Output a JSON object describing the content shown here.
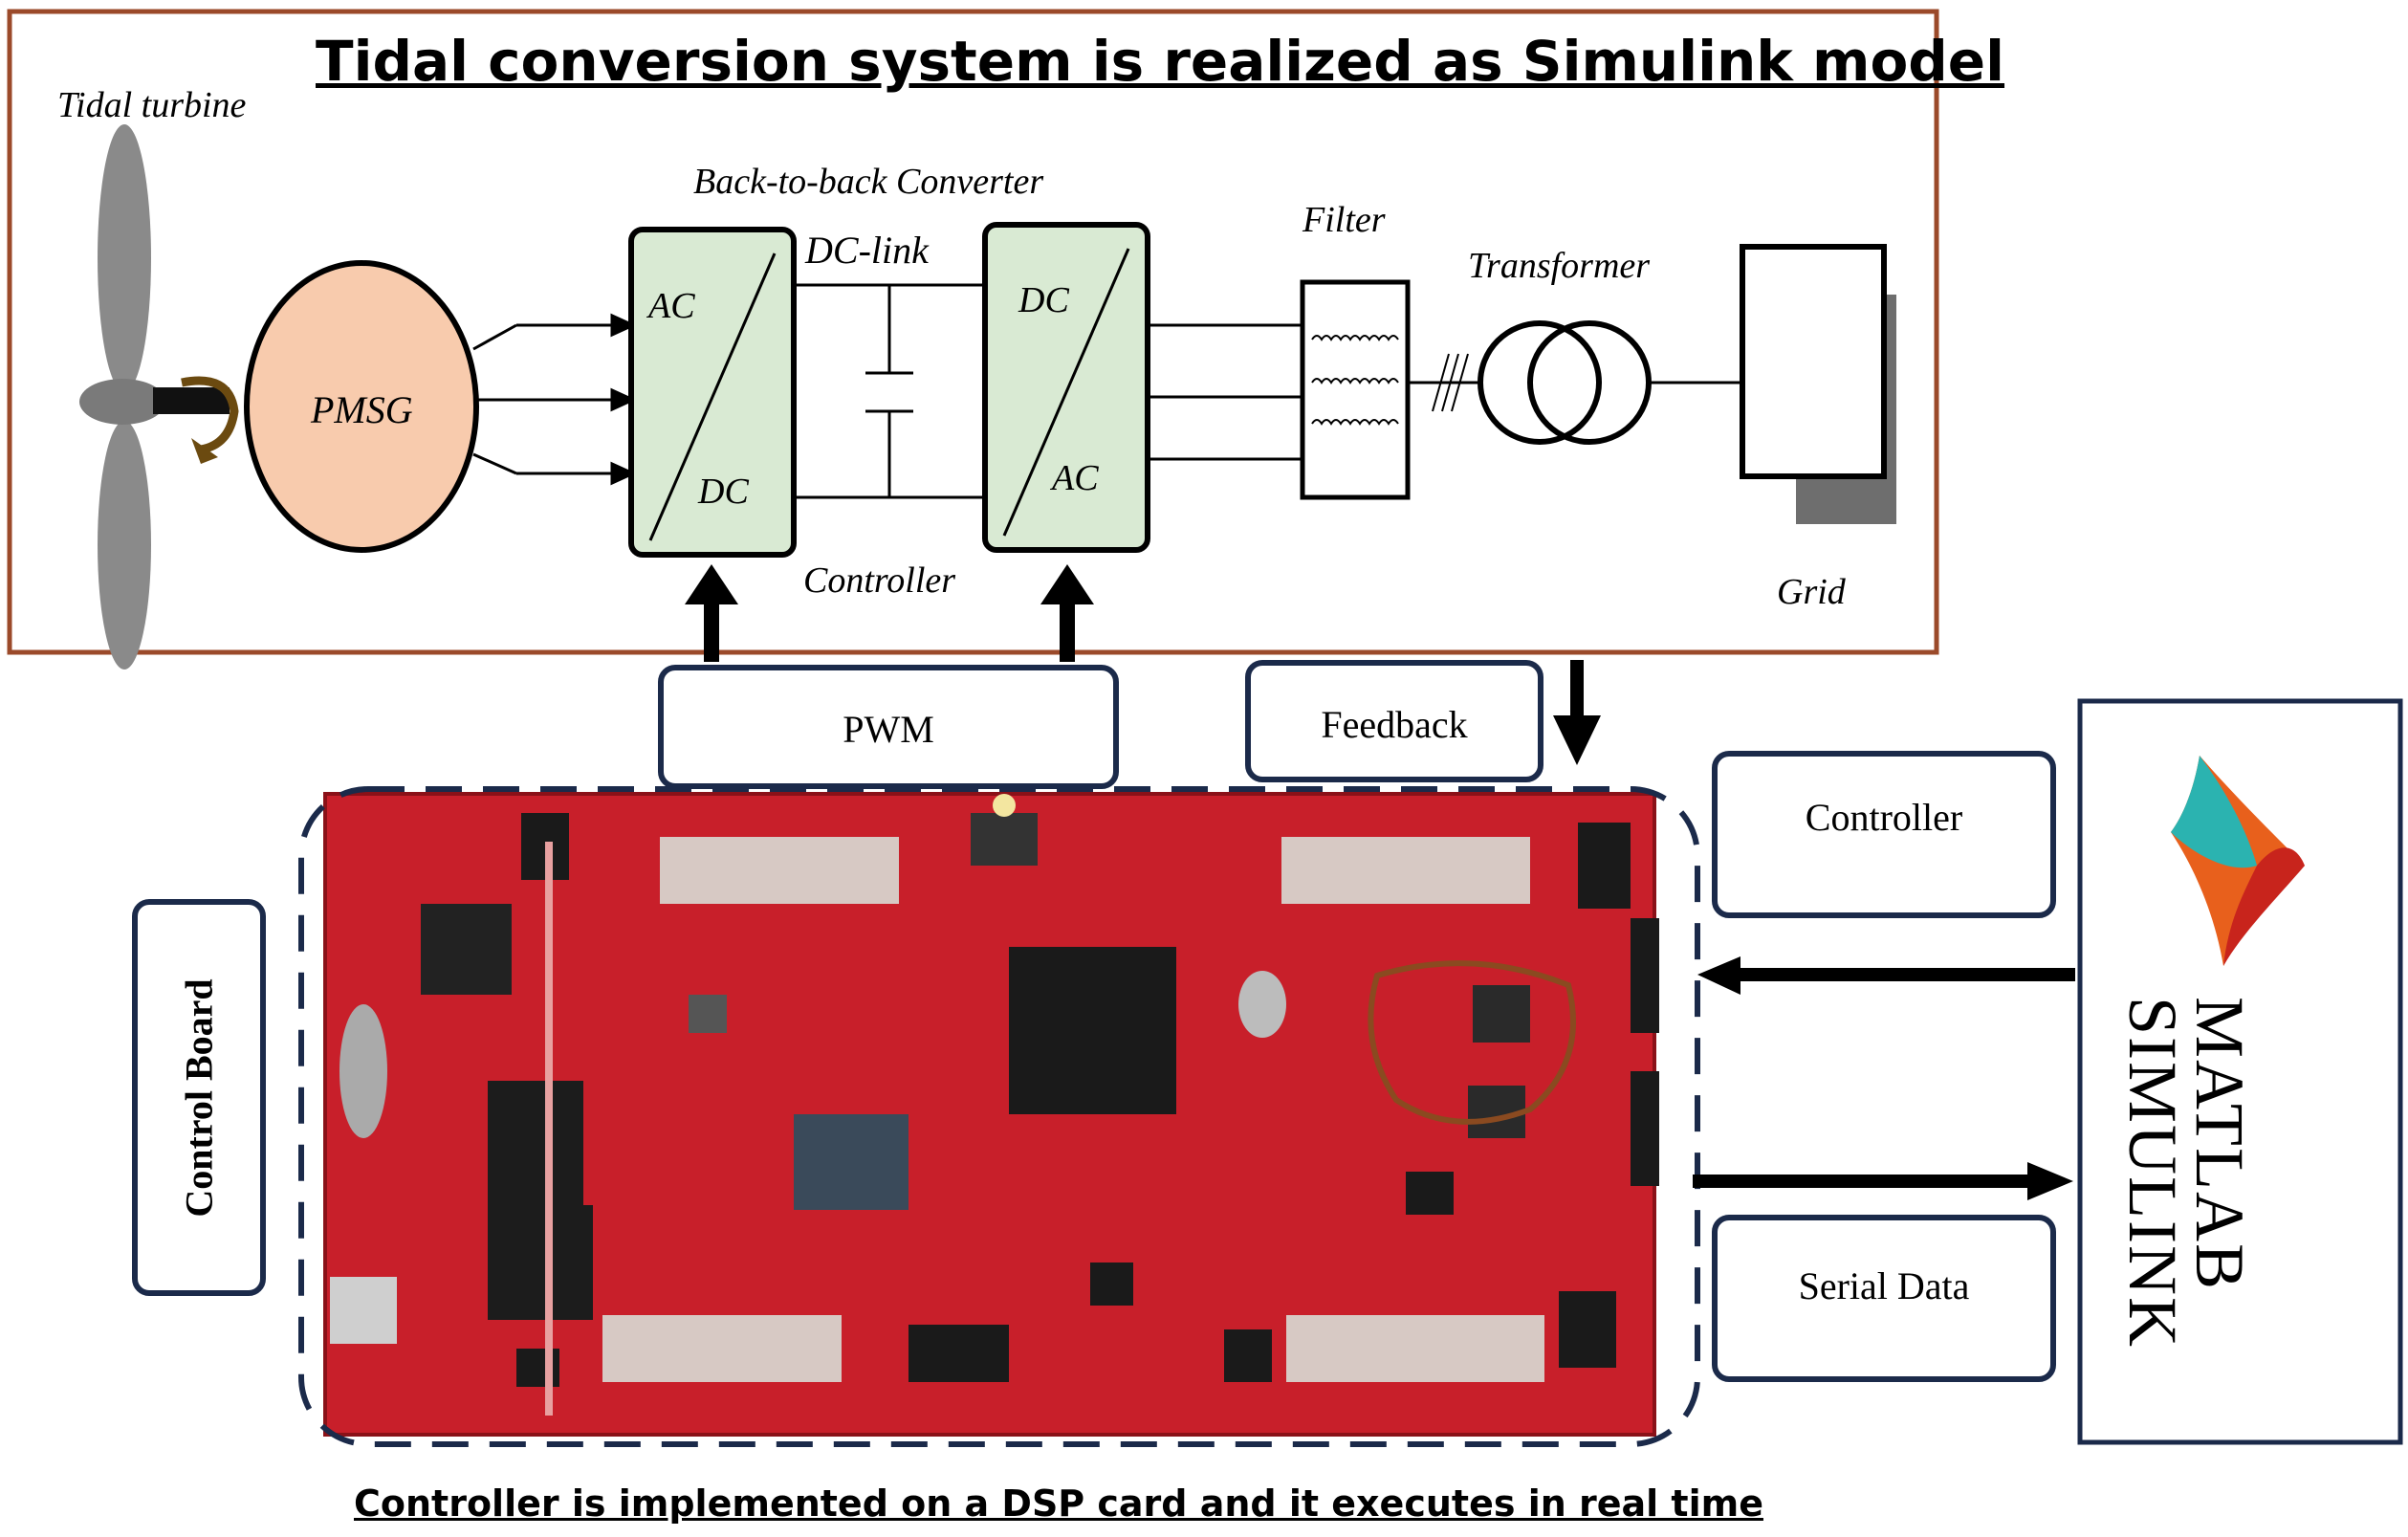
{
  "diagram": {
    "title": "Tidal conversion system is realized as Simulink model",
    "labels": {
      "tidal_turbine": "Tidal turbine",
      "pmsg": "PMSG",
      "back_to_back": "Back-to-back Converter",
      "dc_link": "DC-link",
      "rectifier_ac": "AC",
      "rectifier_dc": "DC",
      "inverter_dc": "DC",
      "inverter_ac": "AC",
      "filter": "Filter",
      "transformer": "Transformer",
      "grid": "Grid",
      "controller": "Controller"
    },
    "boxes": {
      "pwm": "PWM",
      "feedback": "Feedback",
      "control_board": "Control Board",
      "controller_params": "Controller",
      "serial_data": "Serial Data"
    },
    "logo": {
      "line1": "MATLAB",
      "line2": "SIMULINK"
    },
    "caption": "Controller is implemented on a DSP card and it executes in real time"
  }
}
